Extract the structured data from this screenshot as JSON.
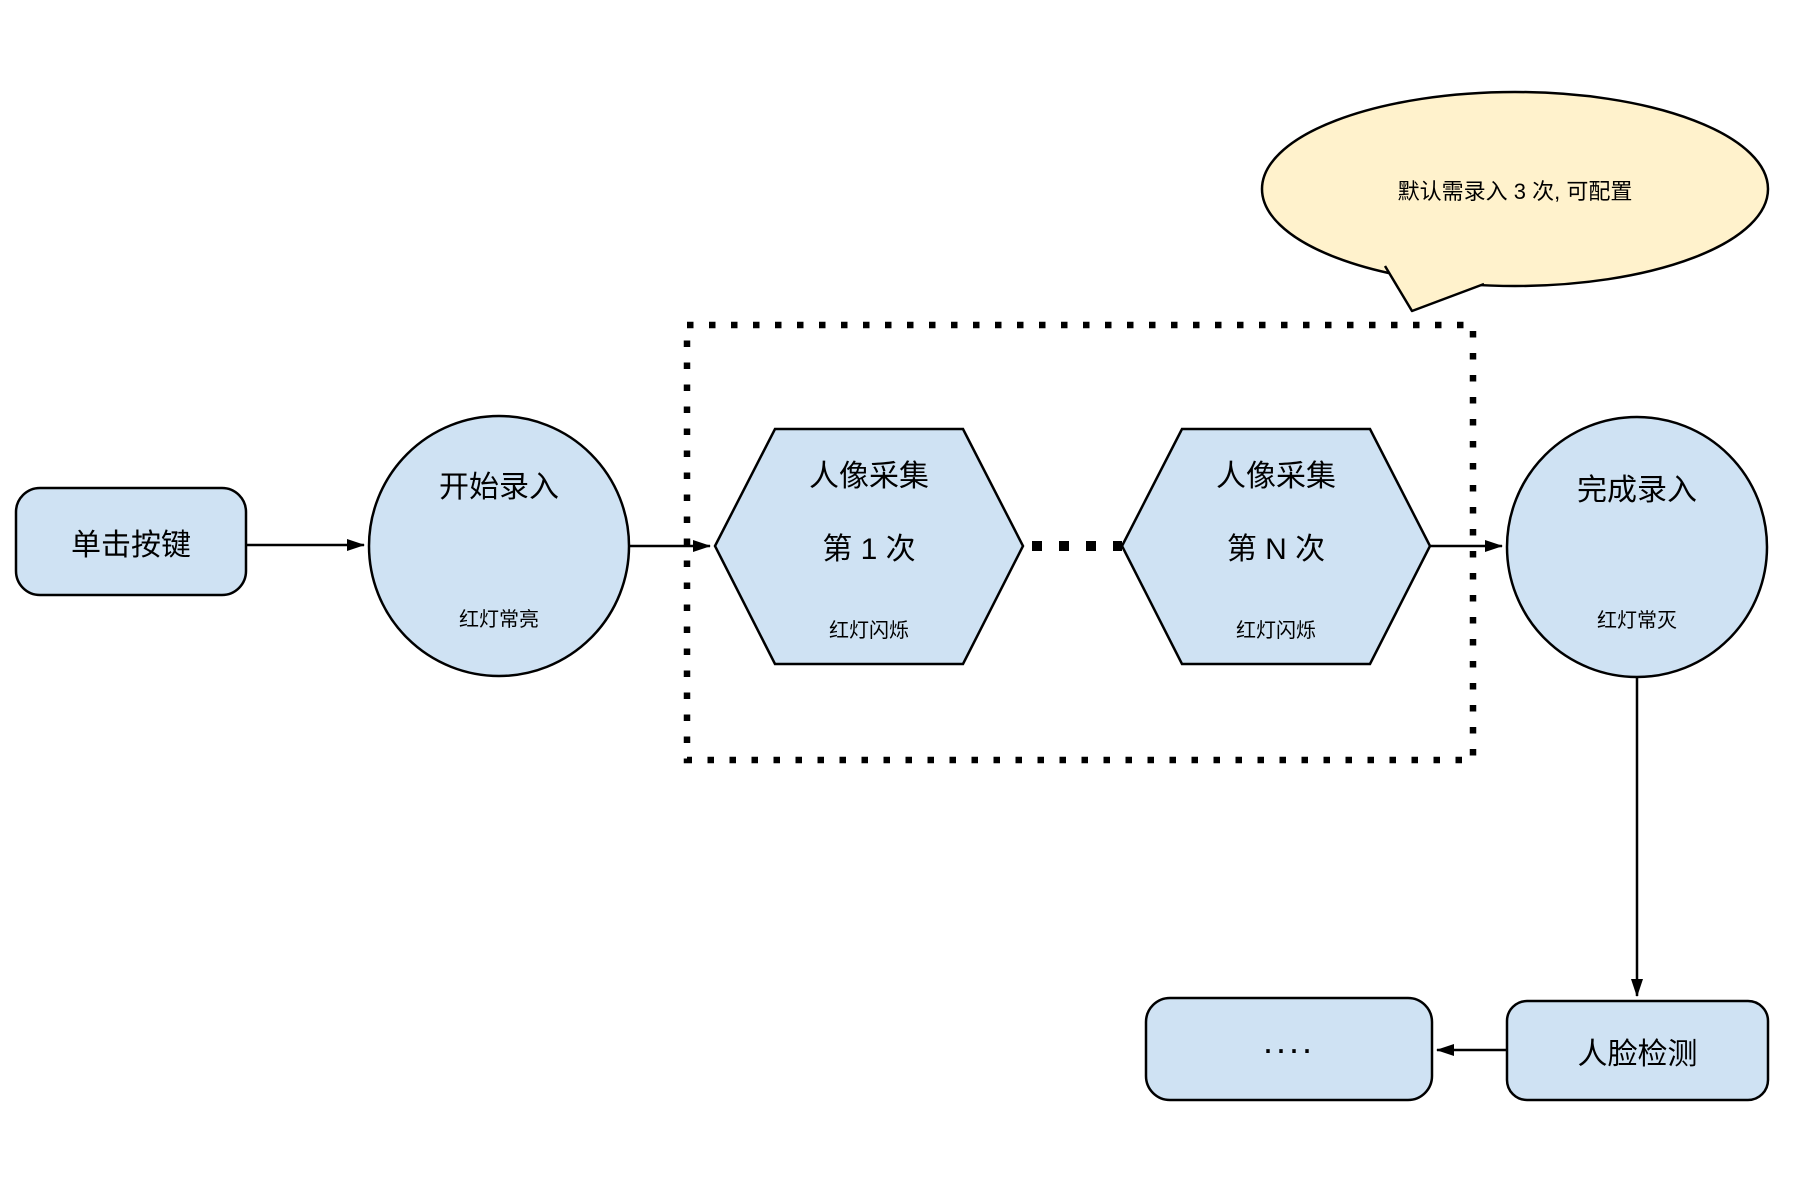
{
  "nodes": {
    "click_button": {
      "label": "单击按键"
    },
    "start_record": {
      "title": "开始录入",
      "subtitle": "红灯常亮"
    },
    "capture_first": {
      "title": "人像采集",
      "step": "第 1 次",
      "subtitle": "红灯闪烁"
    },
    "capture_nth": {
      "title": "人像采集",
      "step": "第 N 次",
      "subtitle": "红灯闪烁"
    },
    "finish_record": {
      "title": "完成录入",
      "subtitle": "红灯常灭"
    },
    "face_detection": {
      "label": "人脸检测"
    },
    "continuation": {
      "label": "...."
    }
  },
  "callout": {
    "text": "默认需录入 3 次, 可配置"
  },
  "colors": {
    "node_fill": "#cfe2f3",
    "callout_fill": "#fff2cc",
    "stroke": "#000000",
    "background": "#ffffff"
  }
}
